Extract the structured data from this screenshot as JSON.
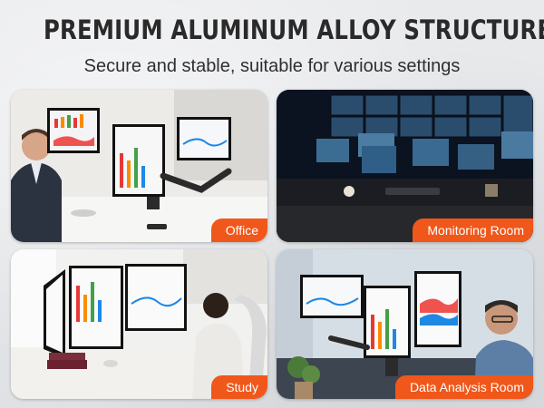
{
  "header": {
    "title": "PREMIUM ALUMINUM ALLOY STRUCTURE",
    "subtitle": "Secure and stable, suitable for various settings"
  },
  "panels": [
    {
      "label": "Office"
    },
    {
      "label": "Monitoring Room"
    },
    {
      "label": "Study"
    },
    {
      "label": "Data Analysis Room"
    }
  ],
  "colors": {
    "accent": "#f0571a",
    "title": "#2a2a2a",
    "background": "#e6e7e9"
  }
}
